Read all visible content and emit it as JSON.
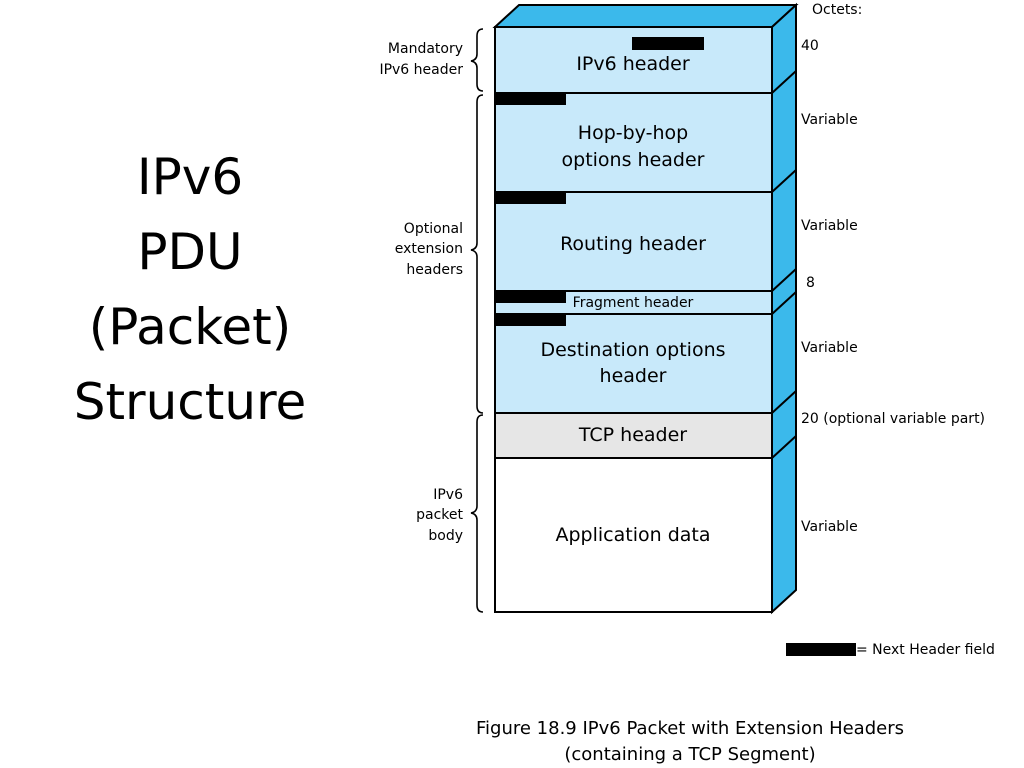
{
  "slide_title": [
    "IPv6",
    "PDU",
    "(Packet)",
    "Structure"
  ],
  "octets_heading": "Octets:",
  "layers": {
    "ipv6_header": "IPv6 header",
    "hop_by_hop": [
      "Hop-by-hop",
      "options header"
    ],
    "routing": "Routing header",
    "fragment": "Fragment header",
    "destination": [
      "Destination options",
      "header"
    ],
    "tcp": "TCP header",
    "app_data": "Application data"
  },
  "octets": {
    "ipv6_header": "40",
    "hop_by_hop": "Variable",
    "routing": "Variable",
    "fragment": "8",
    "destination": "Variable",
    "tcp": "20 (optional variable part)",
    "app_data": "Variable"
  },
  "groups": {
    "mandatory": [
      "Mandatory",
      "IPv6 header"
    ],
    "optional": [
      "Optional",
      "extension",
      "headers"
    ],
    "body": [
      "IPv6",
      "packet",
      "body"
    ]
  },
  "legend": "= Next Header field",
  "caption": [
    "Figure 18.9  IPv6 Packet with Extension Headers",
    "(containing a TCP Segment)"
  ],
  "colors": {
    "header_fill": "#c8e9fa",
    "side_fill": "#3bb9eb",
    "tcp_fill": "#e6e6e6",
    "body_fill": "#ffffff",
    "marker": "#000000"
  }
}
